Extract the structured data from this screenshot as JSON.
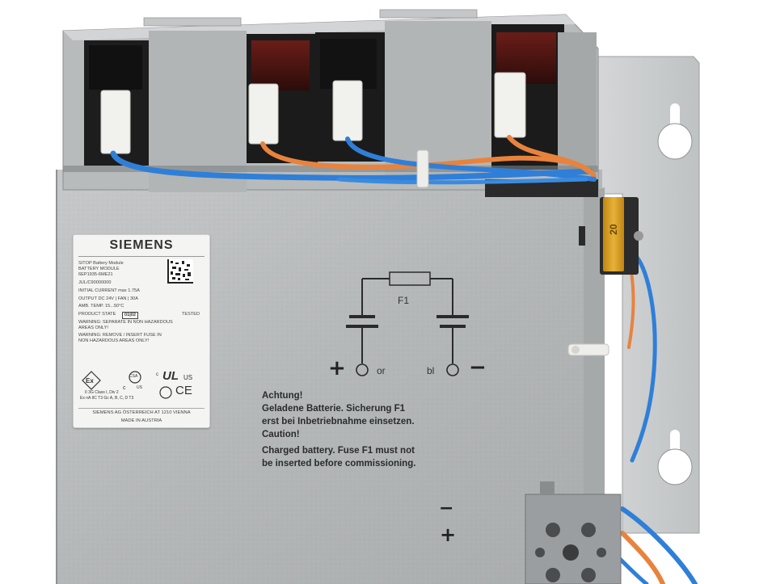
{
  "label": {
    "brand": "SIEMENS",
    "specs": [
      "SITOP Battery Module",
      "BATTERY MODULE",
      "6EP1935-6ME21",
      "JUL/C90000000",
      "INITIAL CURRENT  max 1.75A",
      "OUTPUT  DC 24V | FAN | 30A",
      "AMB. TEMP.  15...50°C",
      "PRODUCT STATE",
      "WARNING: SEPARATE IN NON HAZARDOUS",
      "AREAS ONLY!",
      "WARNING: REMOVE / INSERT FUSE IN",
      "NON HAZARDOUS AREAS ONLY!"
    ],
    "product_state_box": "01|02",
    "tested": "TESTED",
    "marks": {
      "ex": "Ex",
      "csa": "CSA",
      "ul": "UL",
      "us": "US",
      "c": "c",
      "ce": "CE",
      "hazloc": "II 3G  Class I, Div 2",
      "hazloc2": "Ex nA IIC T3 Gc  A, B, C, D T3"
    },
    "footer1": "SIEMENS AG ÖSTERREICH  AT 1210 VIENNA",
    "footer2": "MADE IN AUSTRIA"
  },
  "diagram": {
    "fuse_name": "F1",
    "plus": "+",
    "minus": "−",
    "or": "or",
    "bl": "bl"
  },
  "notice": {
    "lines": [
      "Achtung!",
      "Geladene Batterie. Sicherung F1",
      "erst bei Inbetriebnahme einsetzen.",
      "Caution!",
      "Charged battery. Fuse F1 must not",
      "be inserted before commissioning."
    ]
  },
  "fuse": {
    "rating": "20"
  },
  "terminal": {
    "minus": "−",
    "plus": "+"
  },
  "colors": {
    "steel": "#b9bcbd",
    "bracket": "#c9cbcc",
    "wire_blue": "#2f7fd8",
    "wire_orange": "#e8833d",
    "fuse_amber": "#e0a41a",
    "battery_black": "#1b1b1b",
    "battery_red": "#4a1512"
  }
}
